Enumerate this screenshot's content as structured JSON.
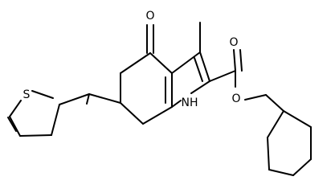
{
  "atoms": {
    "ketone_o": "O",
    "thiophene_s": "S",
    "ester_o_carbonyl": "O",
    "ester_o_single": "O",
    "nh": "NH"
  },
  "colors": {
    "ink": "#000000",
    "background": "#ffffff"
  }
}
